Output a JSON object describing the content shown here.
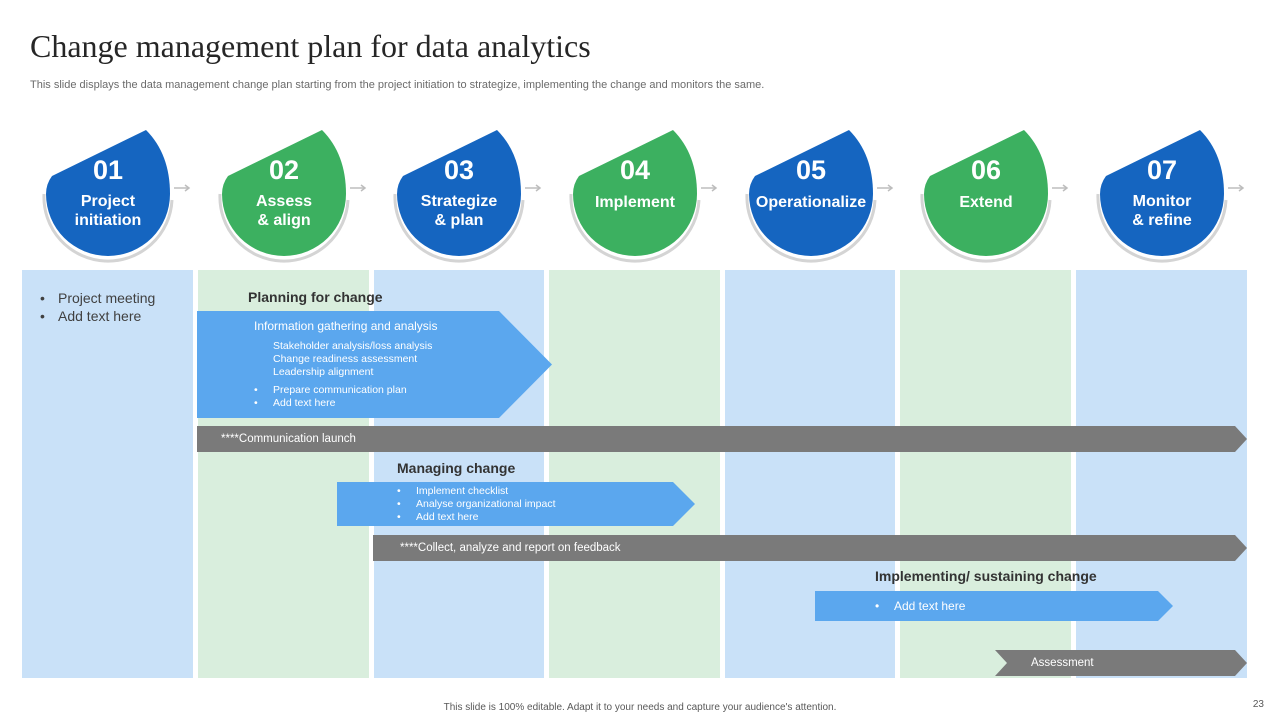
{
  "slide": {
    "title": "Change management plan for data analytics",
    "subtitle": "This slide displays the data management change plan starting from the project initiation to strategize, implementing the change and monitors the same.",
    "footer": "This slide is 100% editable. Adapt it to your needs and capture your audience's attention.",
    "page_number": "23"
  },
  "colors": {
    "stage_blue": "#1565c0",
    "stage_green": "#3cb060",
    "column_blue": "#c9e1f8",
    "column_green": "#d9eedd",
    "arrow_blue": "#5ba7ee",
    "bar_gray": "#7a7a7a"
  },
  "stages": [
    {
      "number": "01",
      "label": "Project\ninitiation",
      "color": "blue"
    },
    {
      "number": "02",
      "label": "Assess\n& align",
      "color": "green"
    },
    {
      "number": "03",
      "label": "Strategize\n& plan",
      "color": "blue"
    },
    {
      "number": "04",
      "label": "Implement",
      "color": "green"
    },
    {
      "number": "05",
      "label": "Operationalize",
      "color": "blue"
    },
    {
      "number": "06",
      "label": "Extend",
      "color": "green"
    },
    {
      "number": "07",
      "label": "Monitor\n& refine",
      "color": "blue"
    }
  ],
  "column1_items": [
    "Project meeting",
    "Add text here"
  ],
  "planning": {
    "heading": "Planning for change",
    "sub_heading": "Information gathering and analysis",
    "plain_items": [
      "Stakeholder analysis/loss analysis",
      "Change readiness assessment",
      "Leadership alignment"
    ],
    "bullet_items": [
      "Prepare communication plan",
      "Add text here"
    ]
  },
  "communication_bar": "****Communication launch",
  "managing": {
    "heading": "Managing change",
    "bullet_items": [
      "Implement  checklist",
      "Analyse organizational impact",
      "Add text here"
    ]
  },
  "feedback_bar": "****Collect, analyze and report on feedback",
  "implementing": {
    "heading": "Implementing/ sustaining change",
    "bullet_items": [
      "Add text here"
    ]
  },
  "assessment_bar": "Assessment"
}
